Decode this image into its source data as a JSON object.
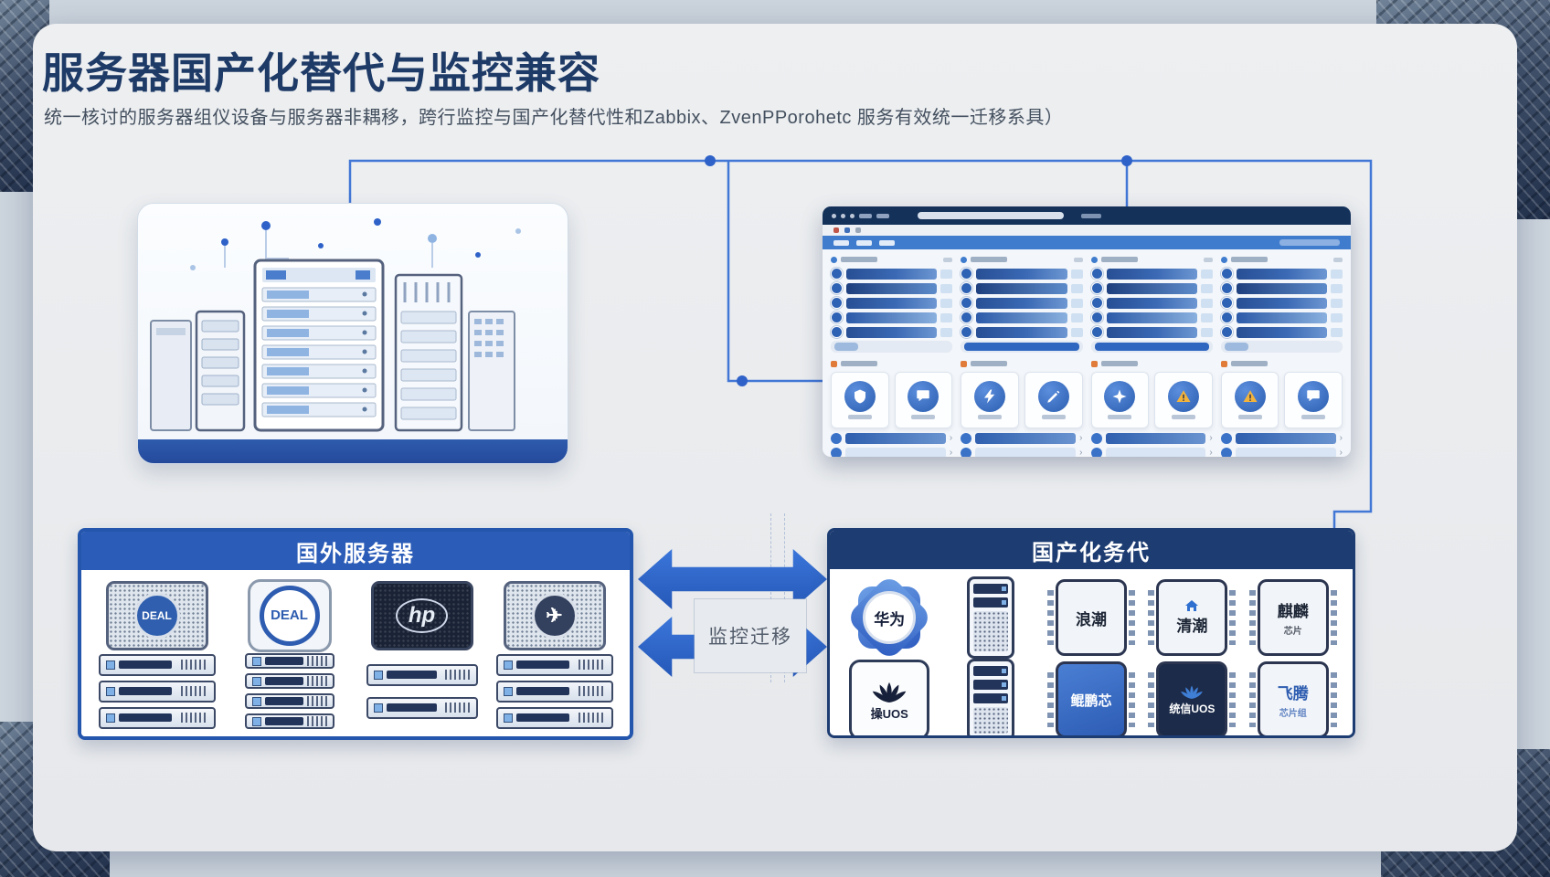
{
  "header": {
    "title": "服务器国产化替代与监控兼容",
    "subtitle": "统一核讨的服务器组仪设备与服务器非耦移，跨行监控与国产化替代性和Zabbix、ZvenPPorohetc 服务有效统一迁移系具）"
  },
  "exchange": {
    "label": "监控迁移"
  },
  "foreign_panel": {
    "title": "国外服务器",
    "logos": [
      {
        "name": "dell-mesh-server",
        "label": "DEAL"
      },
      {
        "name": "dell-round-badge",
        "label": "DEAL"
      },
      {
        "name": "hp-dark-server",
        "label": "hp"
      },
      {
        "name": "mesh-server-jet",
        "label": "✈"
      }
    ]
  },
  "domestic_panel": {
    "title": "国产化务代",
    "row1": [
      {
        "name": "huawei-star-badge",
        "label": "华为"
      },
      {
        "name": "server-tower",
        "label": ""
      },
      {
        "name": "inspur-chip",
        "label": "浪潮"
      },
      {
        "name": "qingchao-chip",
        "label": "清潮"
      },
      {
        "name": "kirin-chip",
        "label": "麒麟",
        "sub": "芯片"
      }
    ],
    "row2": [
      {
        "name": "huawei-logo-box",
        "label": "操UOS"
      },
      {
        "name": "server-tower",
        "label": ""
      },
      {
        "name": "kunpeng-chip",
        "label": "鲲鹏芯"
      },
      {
        "name": "uos-chip",
        "label": "统信UOS"
      },
      {
        "name": "phytium-chip",
        "label": "飞腾",
        "sub": "芯片组"
      }
    ]
  },
  "dashboard": {
    "name": "monitoring-dashboard-mockup",
    "icon_names": [
      "shield",
      "chat",
      "bolt",
      "pencil",
      "star",
      "alert-triangle",
      "alert-triangle",
      "chat"
    ]
  },
  "colors": {
    "accent_blue": "#2e63c6",
    "panel_blue": "#2b5cb8",
    "panel_navy": "#1d3c72",
    "title_navy": "#1e3a66",
    "arrow_blue": "#2f66cc",
    "warning_amber": "#f2b33d"
  }
}
